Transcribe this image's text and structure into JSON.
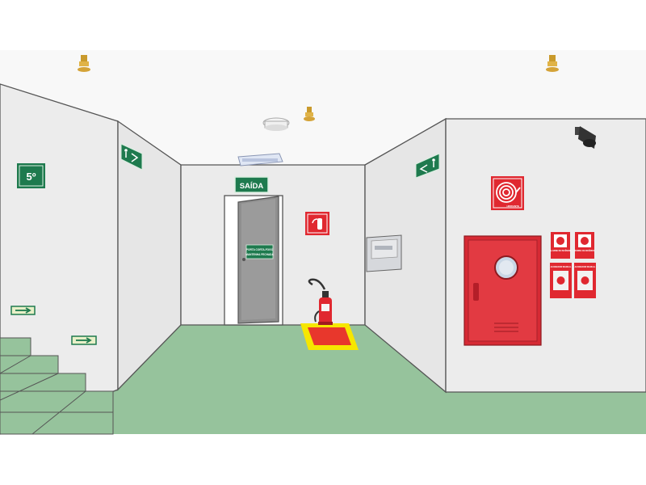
{
  "exit_sign": {
    "label": "SAÍDA"
  },
  "floor_sign": {
    "label": "5º"
  },
  "door_sign": {
    "line1": "PORTA CORTA-FOGO",
    "line2": "MANTENHA FECHADA"
  },
  "hose_sign": {
    "label": "HIDRANTE"
  },
  "alarm_left": {
    "top": "ALARME DE INCÊNDIO",
    "bottom": "ACIONADOR MANUAL"
  },
  "alarm_right": {
    "top": "BOMBA DE INCÊNDIO",
    "bottom": "ACIONADOR MANUAL"
  },
  "colors": {
    "wall": "#ececec",
    "floor": "#96c39c",
    "sign_green": "#1e7a4e",
    "fire_red": "#e02830",
    "mat_yellow": "#f6e600"
  }
}
